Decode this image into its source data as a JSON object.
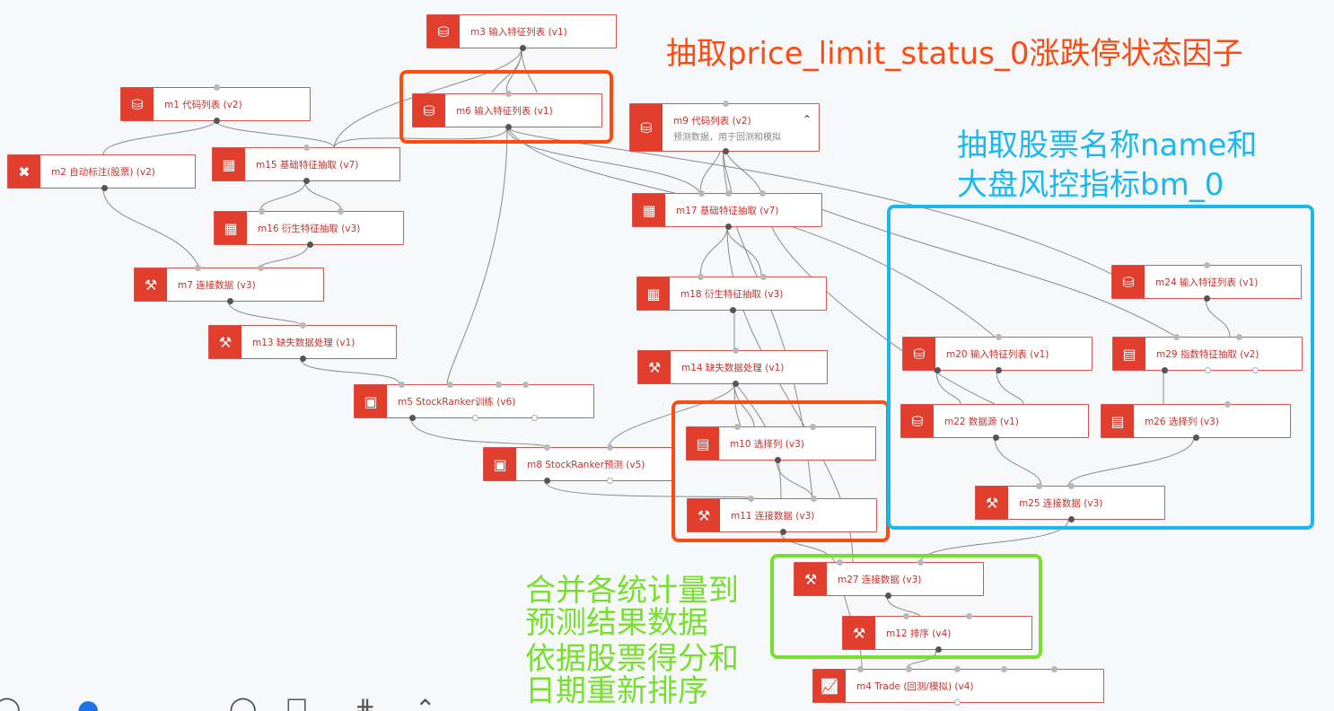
{
  "nodes": [
    {
      "id": "m3",
      "label": "m3 输入特征列表 (v1)",
      "icon": "database-plus-icon"
    },
    {
      "id": "m6",
      "label": "m6 输入特征列表 (v1)",
      "icon": "database-plus-icon"
    },
    {
      "id": "m1",
      "label": "m1 代码列表 (v2)",
      "icon": "database-plus-icon"
    },
    {
      "id": "m9",
      "label": "m9 代码列表 (v2)",
      "sub": "预测数据，用于回测和模拟",
      "icon": "database-plus-icon"
    },
    {
      "id": "m2",
      "label": "m2 自动标注(股票) (v2)",
      "icon": "auto-label-icon"
    },
    {
      "id": "m15",
      "label": "m15 基础特征抽取 (v7)",
      "icon": "feature-extract-icon"
    },
    {
      "id": "m16",
      "label": "m16 衍生特征抽取 (v3)",
      "icon": "feature-extract-icon"
    },
    {
      "id": "m17",
      "label": "m17 基础特征抽取 (v7)",
      "icon": "feature-extract-icon"
    },
    {
      "id": "m7",
      "label": "m7 连接数据 (v3)",
      "icon": "join-data-icon"
    },
    {
      "id": "m18",
      "label": "m18 衍生特征抽取 (v3)",
      "icon": "feature-extract-icon"
    },
    {
      "id": "m24",
      "label": "m24 输入特征列表 (v1)",
      "icon": "database-plus-icon"
    },
    {
      "id": "m13",
      "label": "m13 缺失数据处理 (v1)",
      "icon": "tool-icon"
    },
    {
      "id": "m20",
      "label": "m20 输入特征列表 (v1)",
      "icon": "database-plus-icon"
    },
    {
      "id": "m29",
      "label": "m29 指数特征抽取 (v2)",
      "icon": "id-card-icon"
    },
    {
      "id": "m14",
      "label": "m14 缺失数据处理 (v1)",
      "icon": "tool-icon"
    },
    {
      "id": "m5",
      "label": "m5 StockRanker训练 (v6)",
      "icon": "chart-train-icon"
    },
    {
      "id": "m22",
      "label": "m22 数据源 (v1)",
      "icon": "database-plus-icon"
    },
    {
      "id": "m26",
      "label": "m26 选择列 (v3)",
      "icon": "id-card-icon"
    },
    {
      "id": "m10",
      "label": "m10 选择列 (v3)",
      "icon": "id-card-icon"
    },
    {
      "id": "m8",
      "label": "m8 StockRanker预测 (v5)",
      "icon": "chart-train-icon"
    },
    {
      "id": "m25",
      "label": "m25 连接数据 (v3)",
      "icon": "join-data-icon"
    },
    {
      "id": "m11",
      "label": "m11 连接数据 (v3)",
      "icon": "join-data-icon"
    },
    {
      "id": "m27",
      "label": "m27 连接数据 (v3)",
      "icon": "join-data-icon"
    },
    {
      "id": "m12",
      "label": "m12 排序 (v4)",
      "icon": "join-data-icon"
    },
    {
      "id": "m4",
      "label": "m4 Trade (回测/模拟) (v4)",
      "icon": "trade-chart-icon"
    }
  ],
  "annotations": {
    "orange_top": "抽取price_limit_status_0涨跌停状态因子",
    "blue_line1": "抽取股票名称name和",
    "blue_line2": "大盘风控指标bm_0",
    "green_line1": "合并各统计量到",
    "green_line2": "预测结果数据",
    "green_line3": "依据股票得分和",
    "green_line4": "日期重新排序"
  },
  "colors": {
    "node_accent": "#e23e2e",
    "orange_box": "#ff4a12",
    "blue_box": "#1bb8f0",
    "green_box": "#77e02e"
  },
  "toolbar": {
    "icons": [
      "zoom-icon",
      "dot-icon",
      "search-icon",
      "window-icon",
      "grid-icon",
      "up-icon"
    ]
  }
}
